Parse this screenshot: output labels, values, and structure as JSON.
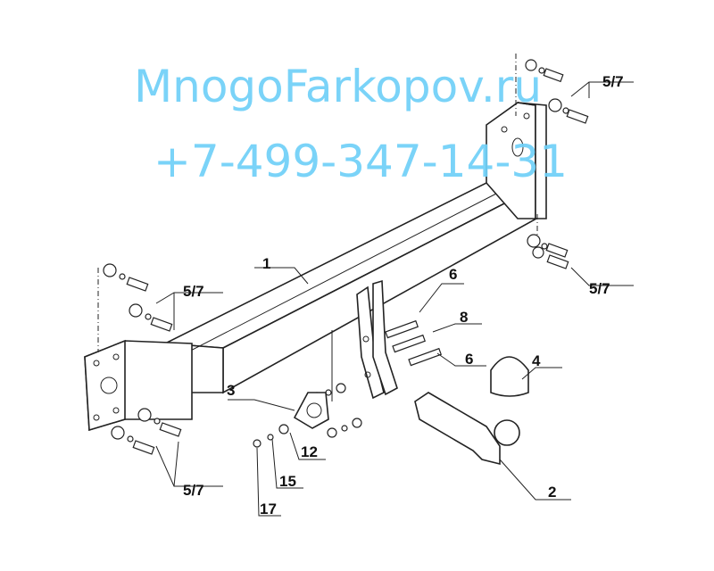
{
  "watermark": {
    "site": "MnogoFarkopov.ru",
    "phone": "+7-499-347-14-31",
    "color": "#6fd0f8"
  },
  "callouts": {
    "beam": "1",
    "ball_mount": "2",
    "socket_plate": "3",
    "ball_cap": "4",
    "bolts_top_right": "5/7",
    "bolts_right": "5/7",
    "bolts_left_top": "5/7",
    "bolts_left_bottom": "5/7",
    "bolt_6_upper": "6",
    "bolt_8": "8",
    "bolt_6_lower": "6",
    "washer_12": "12",
    "washer_15": "15",
    "nut_17": "17"
  }
}
